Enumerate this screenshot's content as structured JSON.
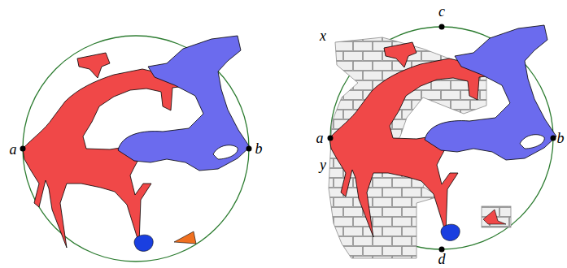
{
  "diagram": {
    "labels": [
      "a",
      "b",
      "c",
      "x",
      "a",
      "y",
      "b",
      "d"
    ]
  }
}
